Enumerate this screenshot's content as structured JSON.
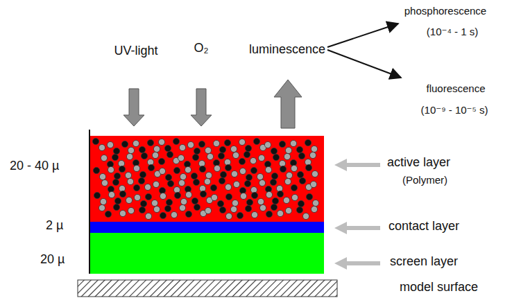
{
  "diagram": {
    "labels": [
      "UV-light",
      "O₂",
      "luminescence",
      "phosphorescence",
      "(10⁻⁴ - 1 s)",
      "fluorescence",
      "(10⁻⁹ - 10⁻⁵ s)",
      "20 - 40 µ",
      "active layer",
      "(Polymer)",
      "2 µ",
      "contact layer",
      "20 µ",
      "screen layer",
      "model surface"
    ]
  }
}
